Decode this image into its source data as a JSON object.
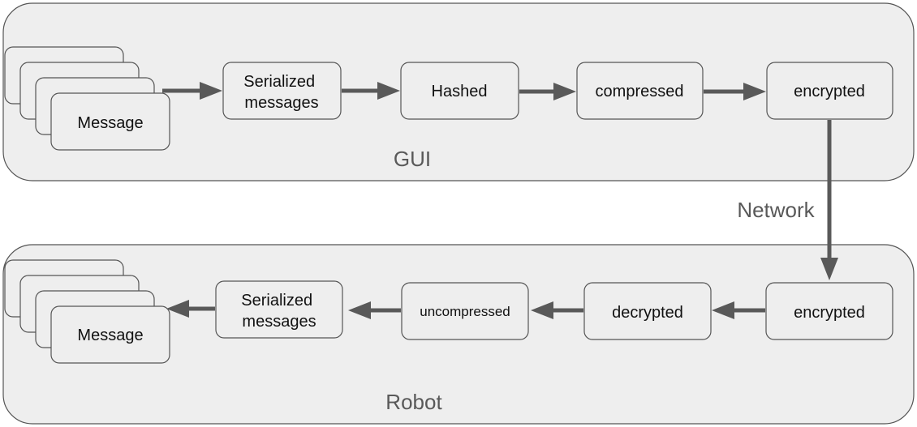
{
  "gui": {
    "label": "GUI",
    "message": "Message",
    "serialized": [
      "Serialized",
      "messages"
    ],
    "hashed": "Hashed",
    "compressed": "compressed",
    "encrypted": "encrypted"
  },
  "network": {
    "label": "Network"
  },
  "robot": {
    "label": "Robot",
    "encrypted": "encrypted",
    "decrypted": "decrypted",
    "uncompressed": "uncompressed",
    "serialized": [
      "Serialized",
      "messages"
    ],
    "message": "Message"
  }
}
